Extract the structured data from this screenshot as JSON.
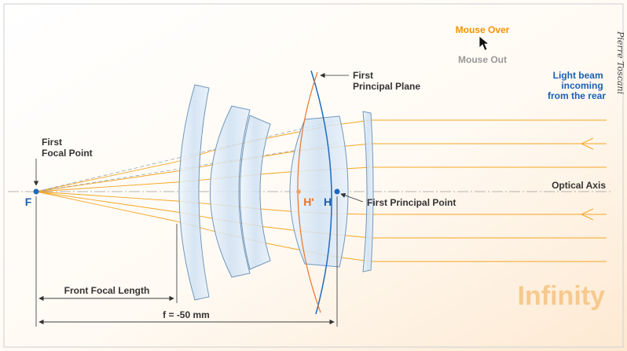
{
  "hover": {
    "mouse_over": "Mouse Over",
    "mouse_out": "Mouse Out"
  },
  "signature": "Pierre Toscani",
  "labels": {
    "first_principal_plane": [
      "First",
      "Principal Plane"
    ],
    "light_beam": [
      "Light beam",
      "incoming",
      "from the rear"
    ],
    "first_focal_point": [
      "First",
      "Focal Point"
    ],
    "optical_axis": "Optical Axis",
    "focal_point_letter": "F",
    "h_prime": "H'",
    "h": "H",
    "first_principal_point": "First Principal Point",
    "front_focal_length": "Front Focal Length",
    "focal_length": "f = -50 mm",
    "infinity": "Infinity"
  },
  "colors": {
    "ray": "#f5a623",
    "blue_label": "#1a5fb4",
    "orange_label": "#f07020",
    "hover_on": "#f29400",
    "hover_off": "#999999",
    "lens_fill": "#d8e8f6",
    "lens_stroke": "#6f97bd",
    "plane_blue": "#1e6bc1",
    "plane_orange": "#e8762a",
    "infinity": "#f6c98e"
  },
  "icons": {
    "cursor": "arrow-cursor-icon"
  }
}
